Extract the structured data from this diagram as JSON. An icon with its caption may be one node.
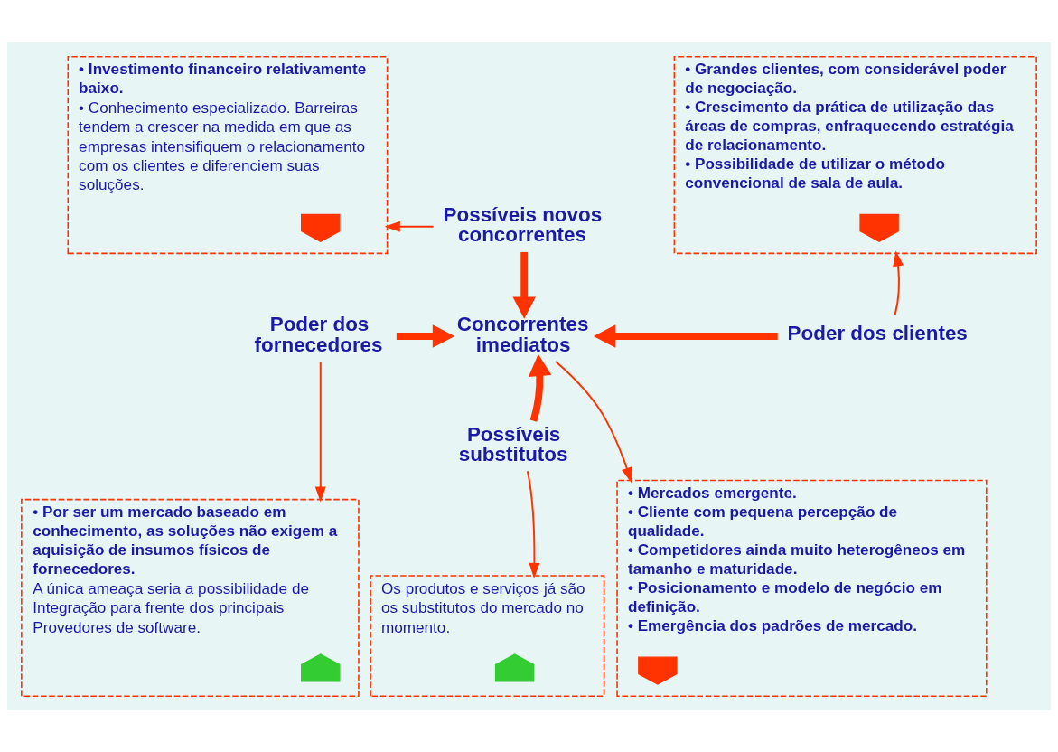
{
  "diagram": {
    "nodes": [
      {
        "text": [
          "• Investimento financeiro relativamente baixo.",
          "• Conhecimento especializado. Barreiras tendem a crescer na medida em que as empresas intensifiquem o relacionamento com os clientes e diferenciem suas soluções."
        ]
      },
      {
        "text": [],
        "shape": "arrow",
        "in": 0
      },
      {
        "text": [
          "Possíveis novos concorrentes"
        ]
      },
      {
        "text": [
          "• Grandes clientes, com considerável poder de negociação.",
          "• Crescimento da prática de utilização das áreas de compras, enfraquecendo estratégia de relacionamento.",
          "• Possibilidade de utilizar o método convencional de sala de aula."
        ]
      },
      {
        "text": [],
        "shape": "arrow",
        "in": 3
      },
      {
        "text": [
          "Poder dos fornecedores"
        ]
      },
      {
        "text": [
          "Concorrentes imediatos"
        ]
      },
      {
        "text": [
          "Poder dos clientes"
        ]
      },
      {
        "text": [
          "Possíveis substitutos"
        ]
      },
      {
        "text": [
          "• Por ser um mercado baseado em conhecimento, as soluções não exigem a aquisição de insumos físicos de fornecedores.",
          "A única ameaça seria a possibilidade de Integração para frente dos principais Provedores de software."
        ]
      },
      {
        "text": [],
        "shape": "arrow",
        "in": 9
      },
      {
        "text": [
          "Os produtos e serviços já são os substitutos do mercado no momento."
        ]
      },
      {
        "text": [],
        "shape": "arrow",
        "in": 11
      },
      {
        "text": [
          "• Mercados emergente.",
          "• Cliente com pequena percepção de qualidade.",
          "• Competidores ainda muito heterogêneos em tamanho e maturidade.",
          "• Posicionamento e modelo de negócio em definição.",
          "• Emergência dos padrões de mercado."
        ]
      },
      {
        "text": [],
        "shape": "arrow",
        "in": 13
      }
    ],
    "edges": [
      {
        "from": 2,
        "to": 0,
        "arrow": "to"
      },
      {
        "from": 2,
        "to": 6,
        "arrow": "to",
        "style": "thick"
      },
      {
        "from": 5,
        "to": 6,
        "arrow": "to",
        "style": "thick"
      },
      {
        "from": 7,
        "to": 6,
        "arrow": "to",
        "style": "thick"
      },
      {
        "from": 8,
        "to": 6,
        "arrow": "to",
        "style": "thick"
      },
      {
        "from": 7,
        "to": 3,
        "arrow": "to"
      },
      {
        "from": 5,
        "to": 9,
        "arrow": "to"
      },
      {
        "from": 8,
        "to": 11,
        "arrow": "to"
      },
      {
        "from": 6,
        "to": 13,
        "arrow": "to"
      }
    ]
  }
}
